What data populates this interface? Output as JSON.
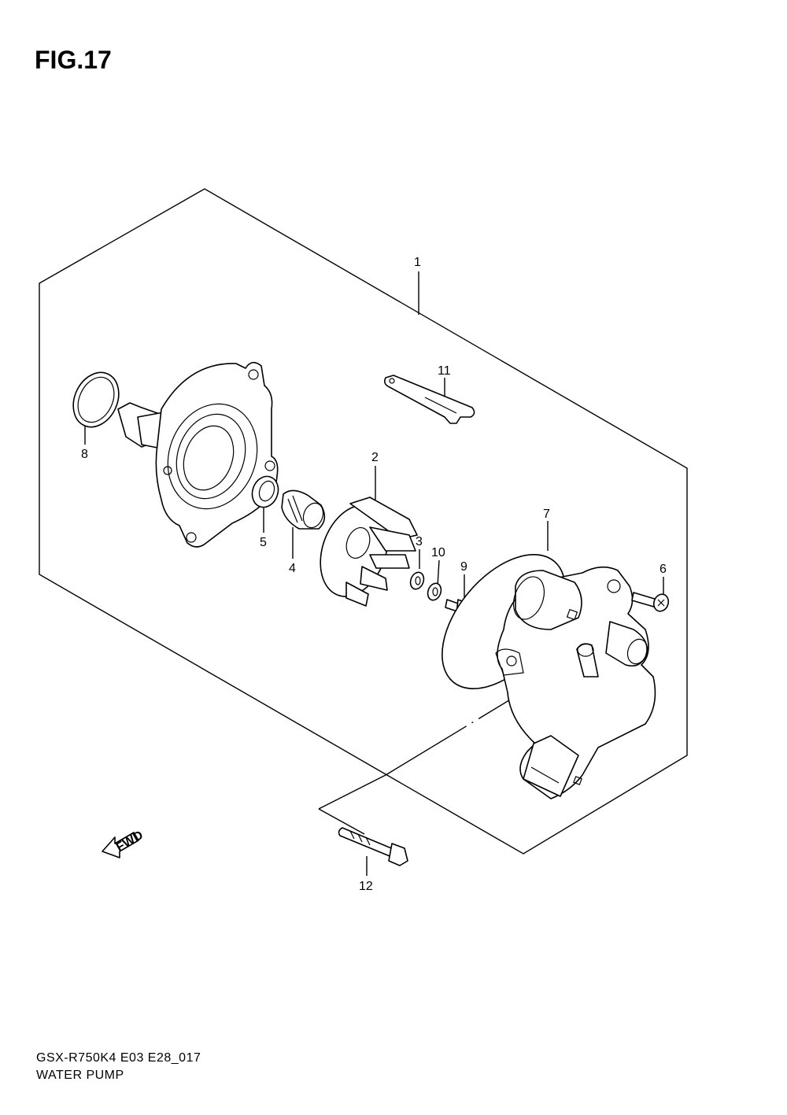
{
  "figure": {
    "title": "FIG.17"
  },
  "footer": {
    "model_code": "GSX-R750K4 E03 E28_017",
    "name": "WATER PUMP"
  },
  "direction_arrow": {
    "label": "FWD"
  },
  "callouts": [
    {
      "id": "callout-1",
      "label": "1"
    },
    {
      "id": "callout-2",
      "label": "2"
    },
    {
      "id": "callout-3",
      "label": "3"
    },
    {
      "id": "callout-4",
      "label": "4"
    },
    {
      "id": "callout-5",
      "label": "5"
    },
    {
      "id": "callout-6",
      "label": "6"
    },
    {
      "id": "callout-7",
      "label": "7"
    },
    {
      "id": "callout-8",
      "label": "8"
    },
    {
      "id": "callout-9",
      "label": "9"
    },
    {
      "id": "callout-10",
      "label": "10"
    },
    {
      "id": "callout-11",
      "label": "11"
    },
    {
      "id": "callout-12",
      "label": "12"
    }
  ]
}
